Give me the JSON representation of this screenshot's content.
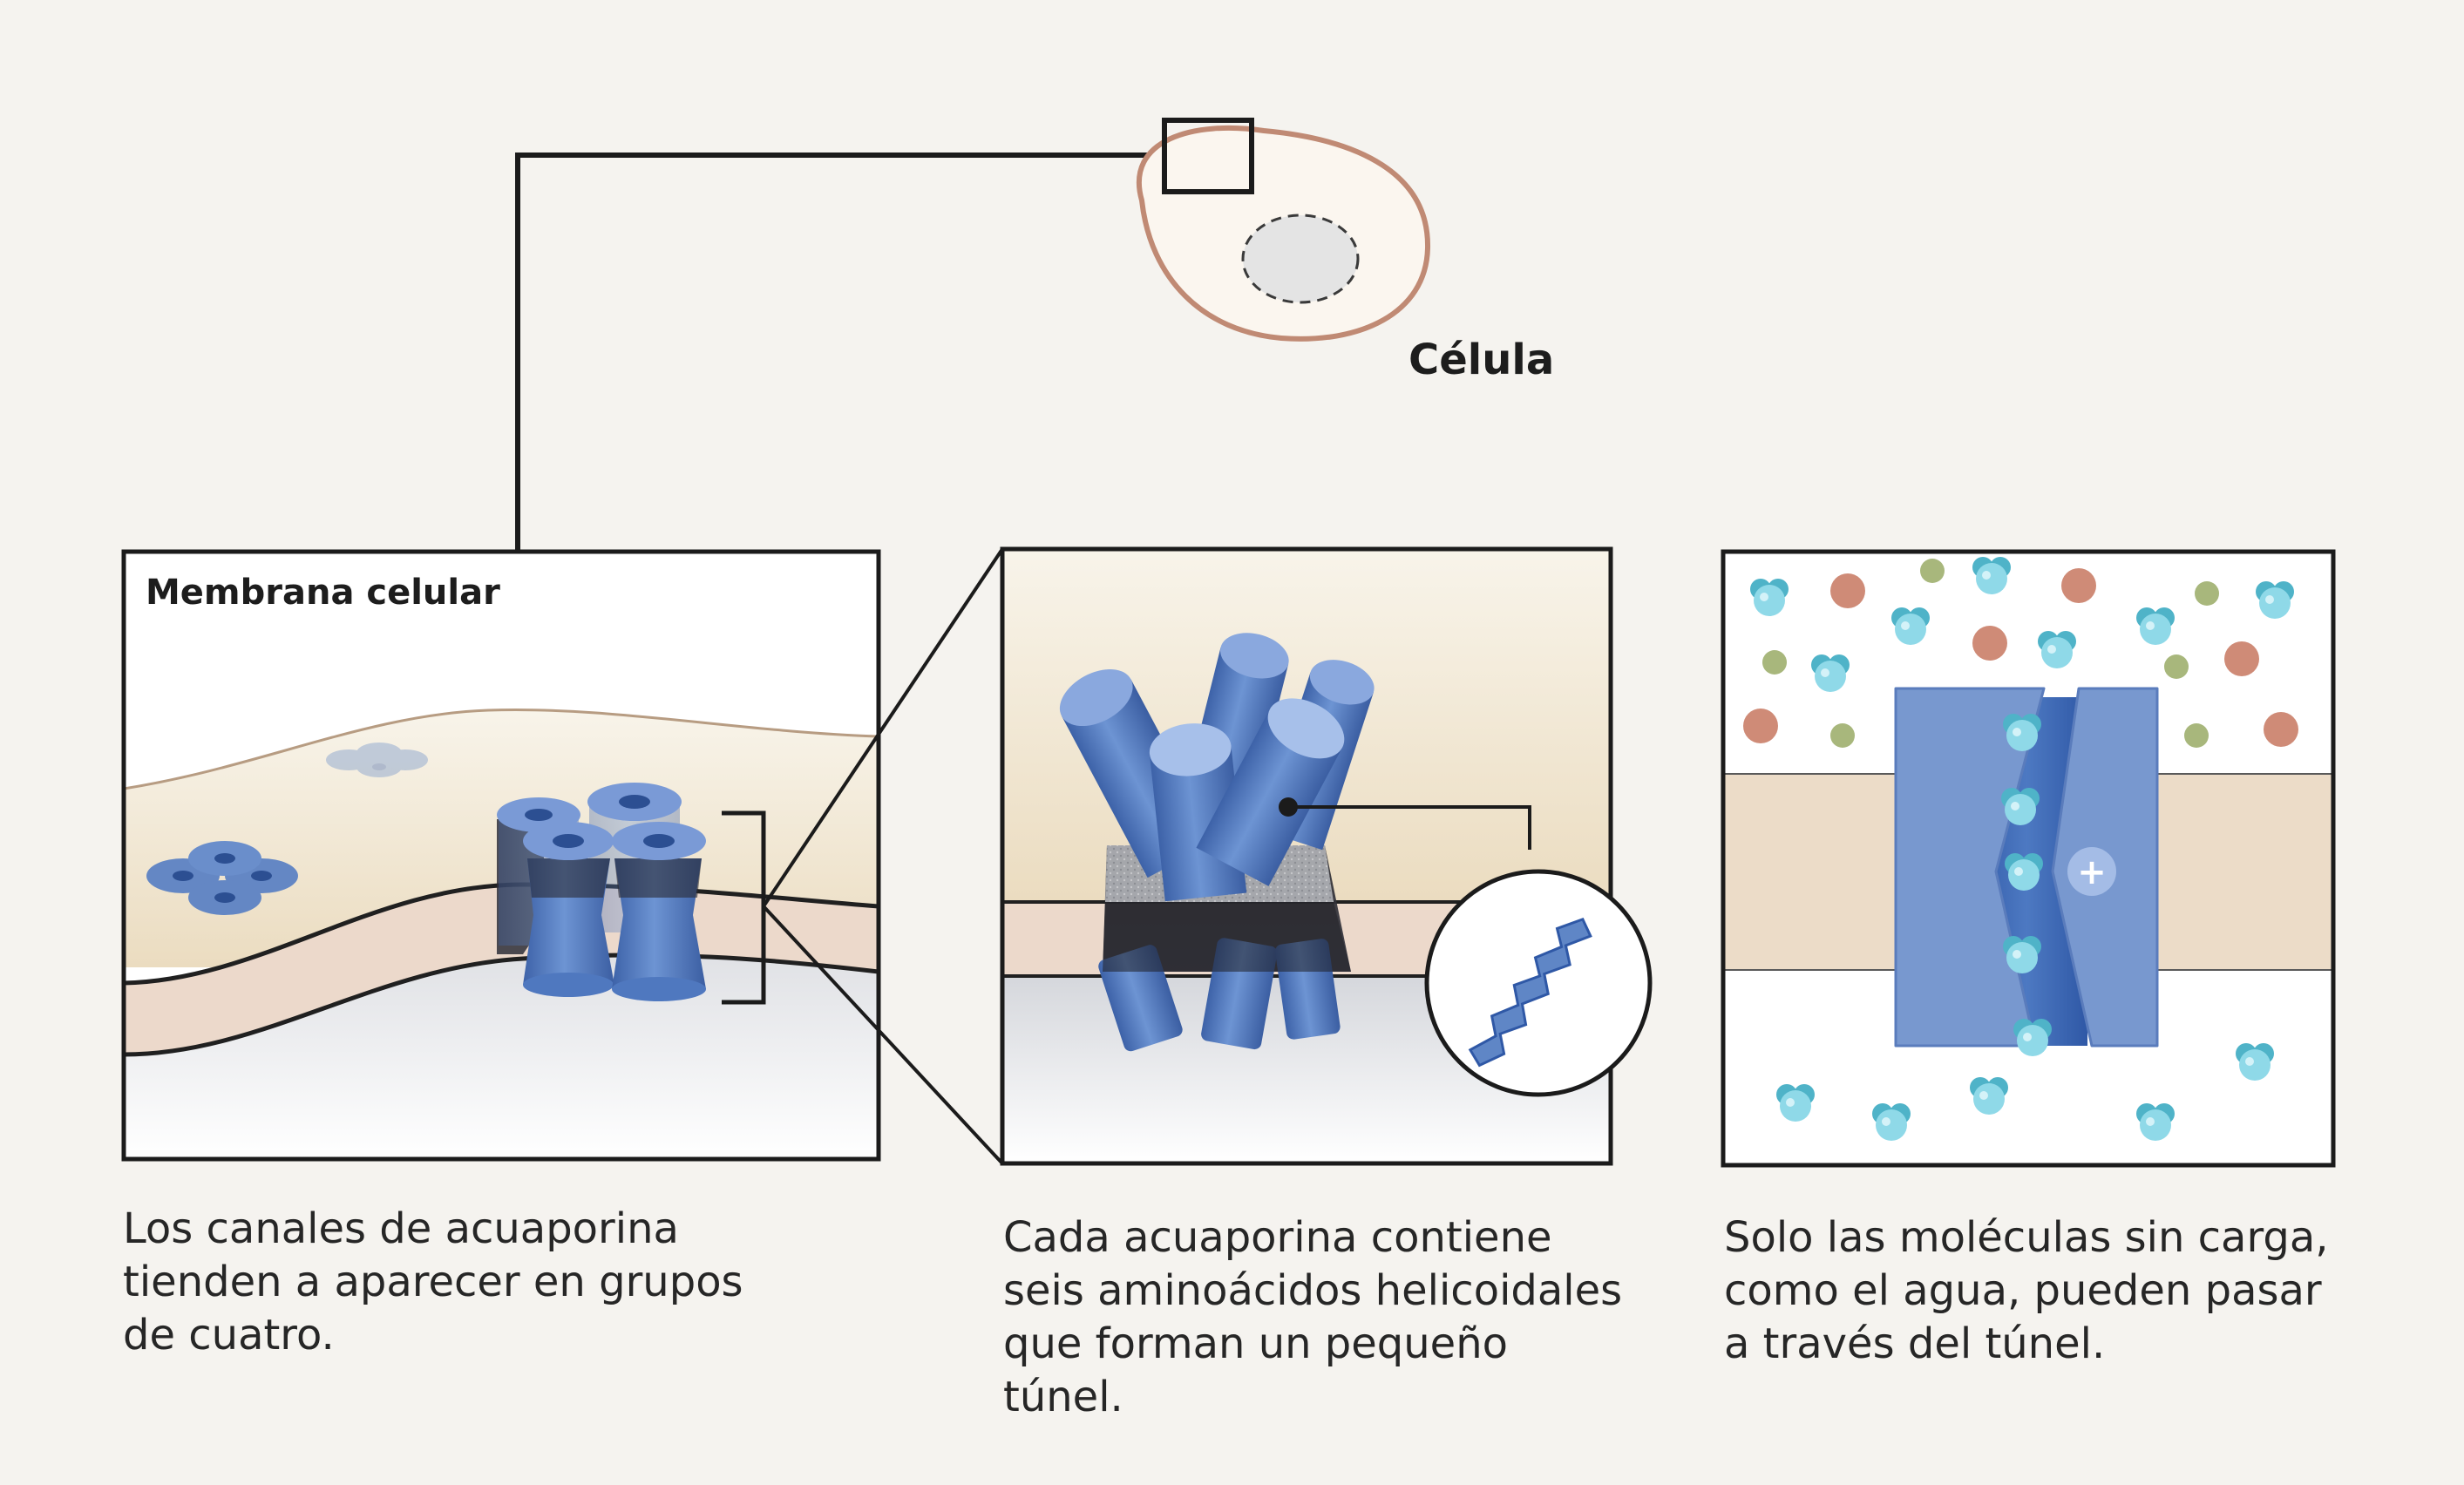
{
  "cell": {
    "label": "Célula"
  },
  "panel1": {
    "title": "Membrana celular",
    "caption": [
      "Los canales de acuaporina",
      "tienden a aparecer en grupos",
      "de cuatro."
    ]
  },
  "panel2": {
    "caption": [
      "Cada acuaporina contiene",
      "seis aminoácidos helicoidales",
      "que forman un pequeño",
      "túnel."
    ]
  },
  "panel3": {
    "caption": [
      "Solo las moléculas sin carga,",
      "como el agua, pueden pasar",
      "a través del túnel."
    ],
    "charge_symbol": "+"
  },
  "colors": {
    "background": "#f5f3ef",
    "protein_blue": "#5f86c6",
    "protein_dark": "#3a5fa4",
    "membrane_tan": "#efe3cf",
    "membrane_pink": "#ecd9cb",
    "cell_outline": "#c08a74",
    "water": "#7fd0df",
    "ion_red": "#cf8b77",
    "ion_green": "#a8b77c"
  }
}
